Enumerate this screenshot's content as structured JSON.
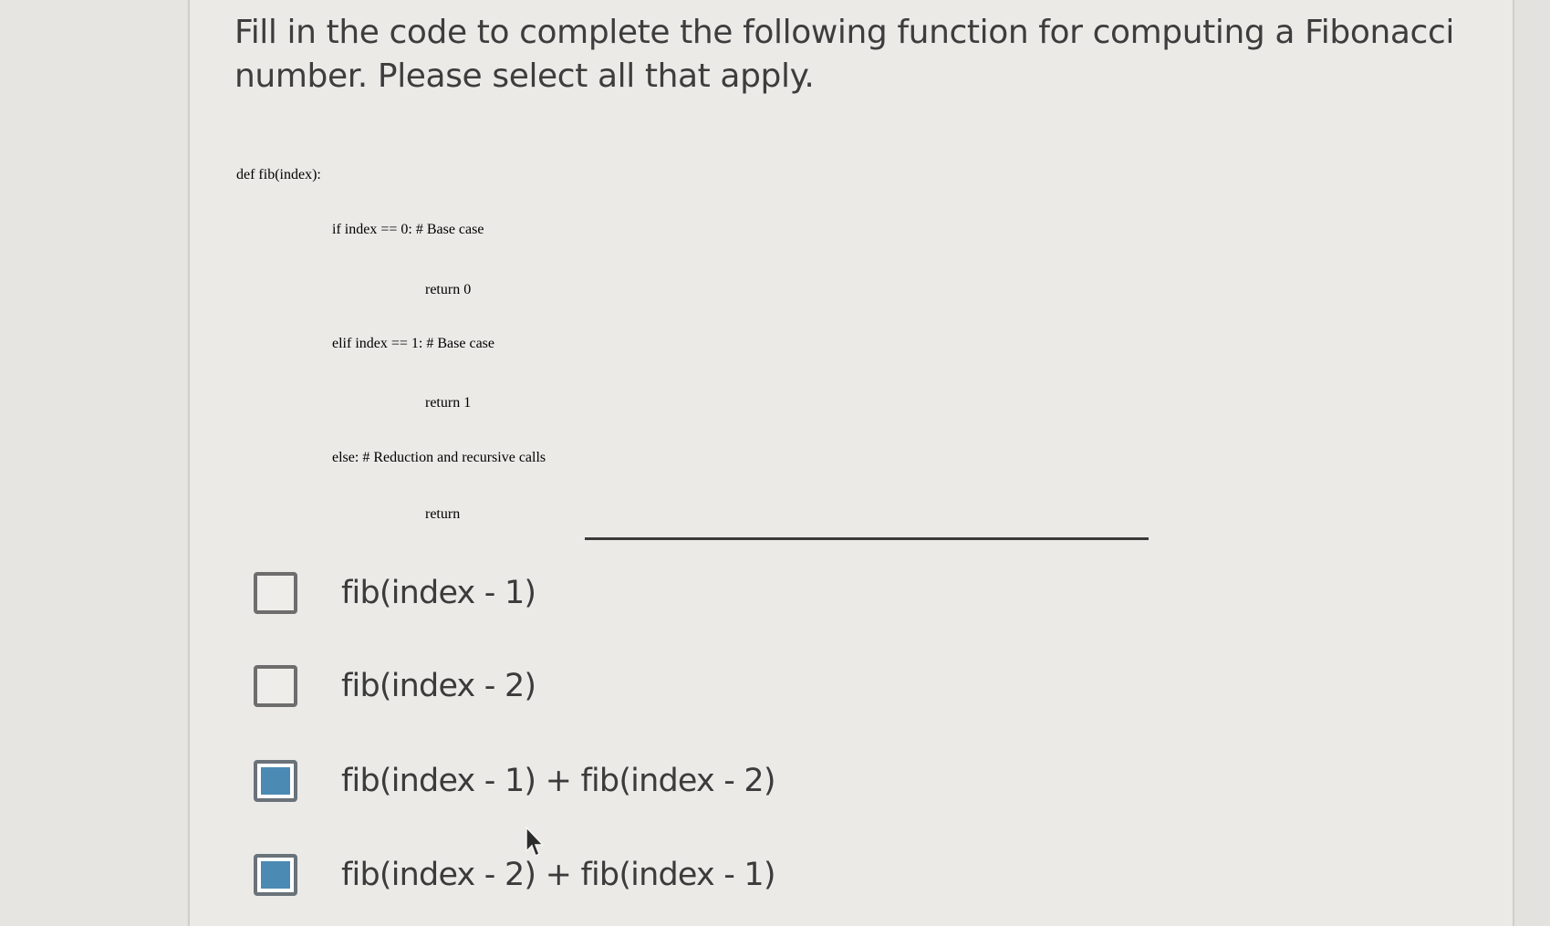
{
  "question": {
    "text": "Fill in the code to complete the following function for computing a Fibonacci number. Please select all that apply."
  },
  "code": {
    "lines": [
      "def fib(index):",
      "if index == 0: # Base case",
      "return 0",
      "elif index == 1: # Base case",
      "return 1",
      "else: # Reduction and recursive calls",
      "return"
    ]
  },
  "options": [
    {
      "label": "fib(index - 1)",
      "checked": false
    },
    {
      "label": "fib(index - 2)",
      "checked": false
    },
    {
      "label": "fib(index - 1) + fib(index - 2)",
      "checked": true
    },
    {
      "label": "fib(index - 2) + fib(index - 1)",
      "checked": true
    }
  ],
  "colors": {
    "accent": "#4a8ab3",
    "text": "#3d3d3d",
    "background": "#ebeae7"
  },
  "icons": {
    "cursor": "mouse-pointer-icon"
  }
}
